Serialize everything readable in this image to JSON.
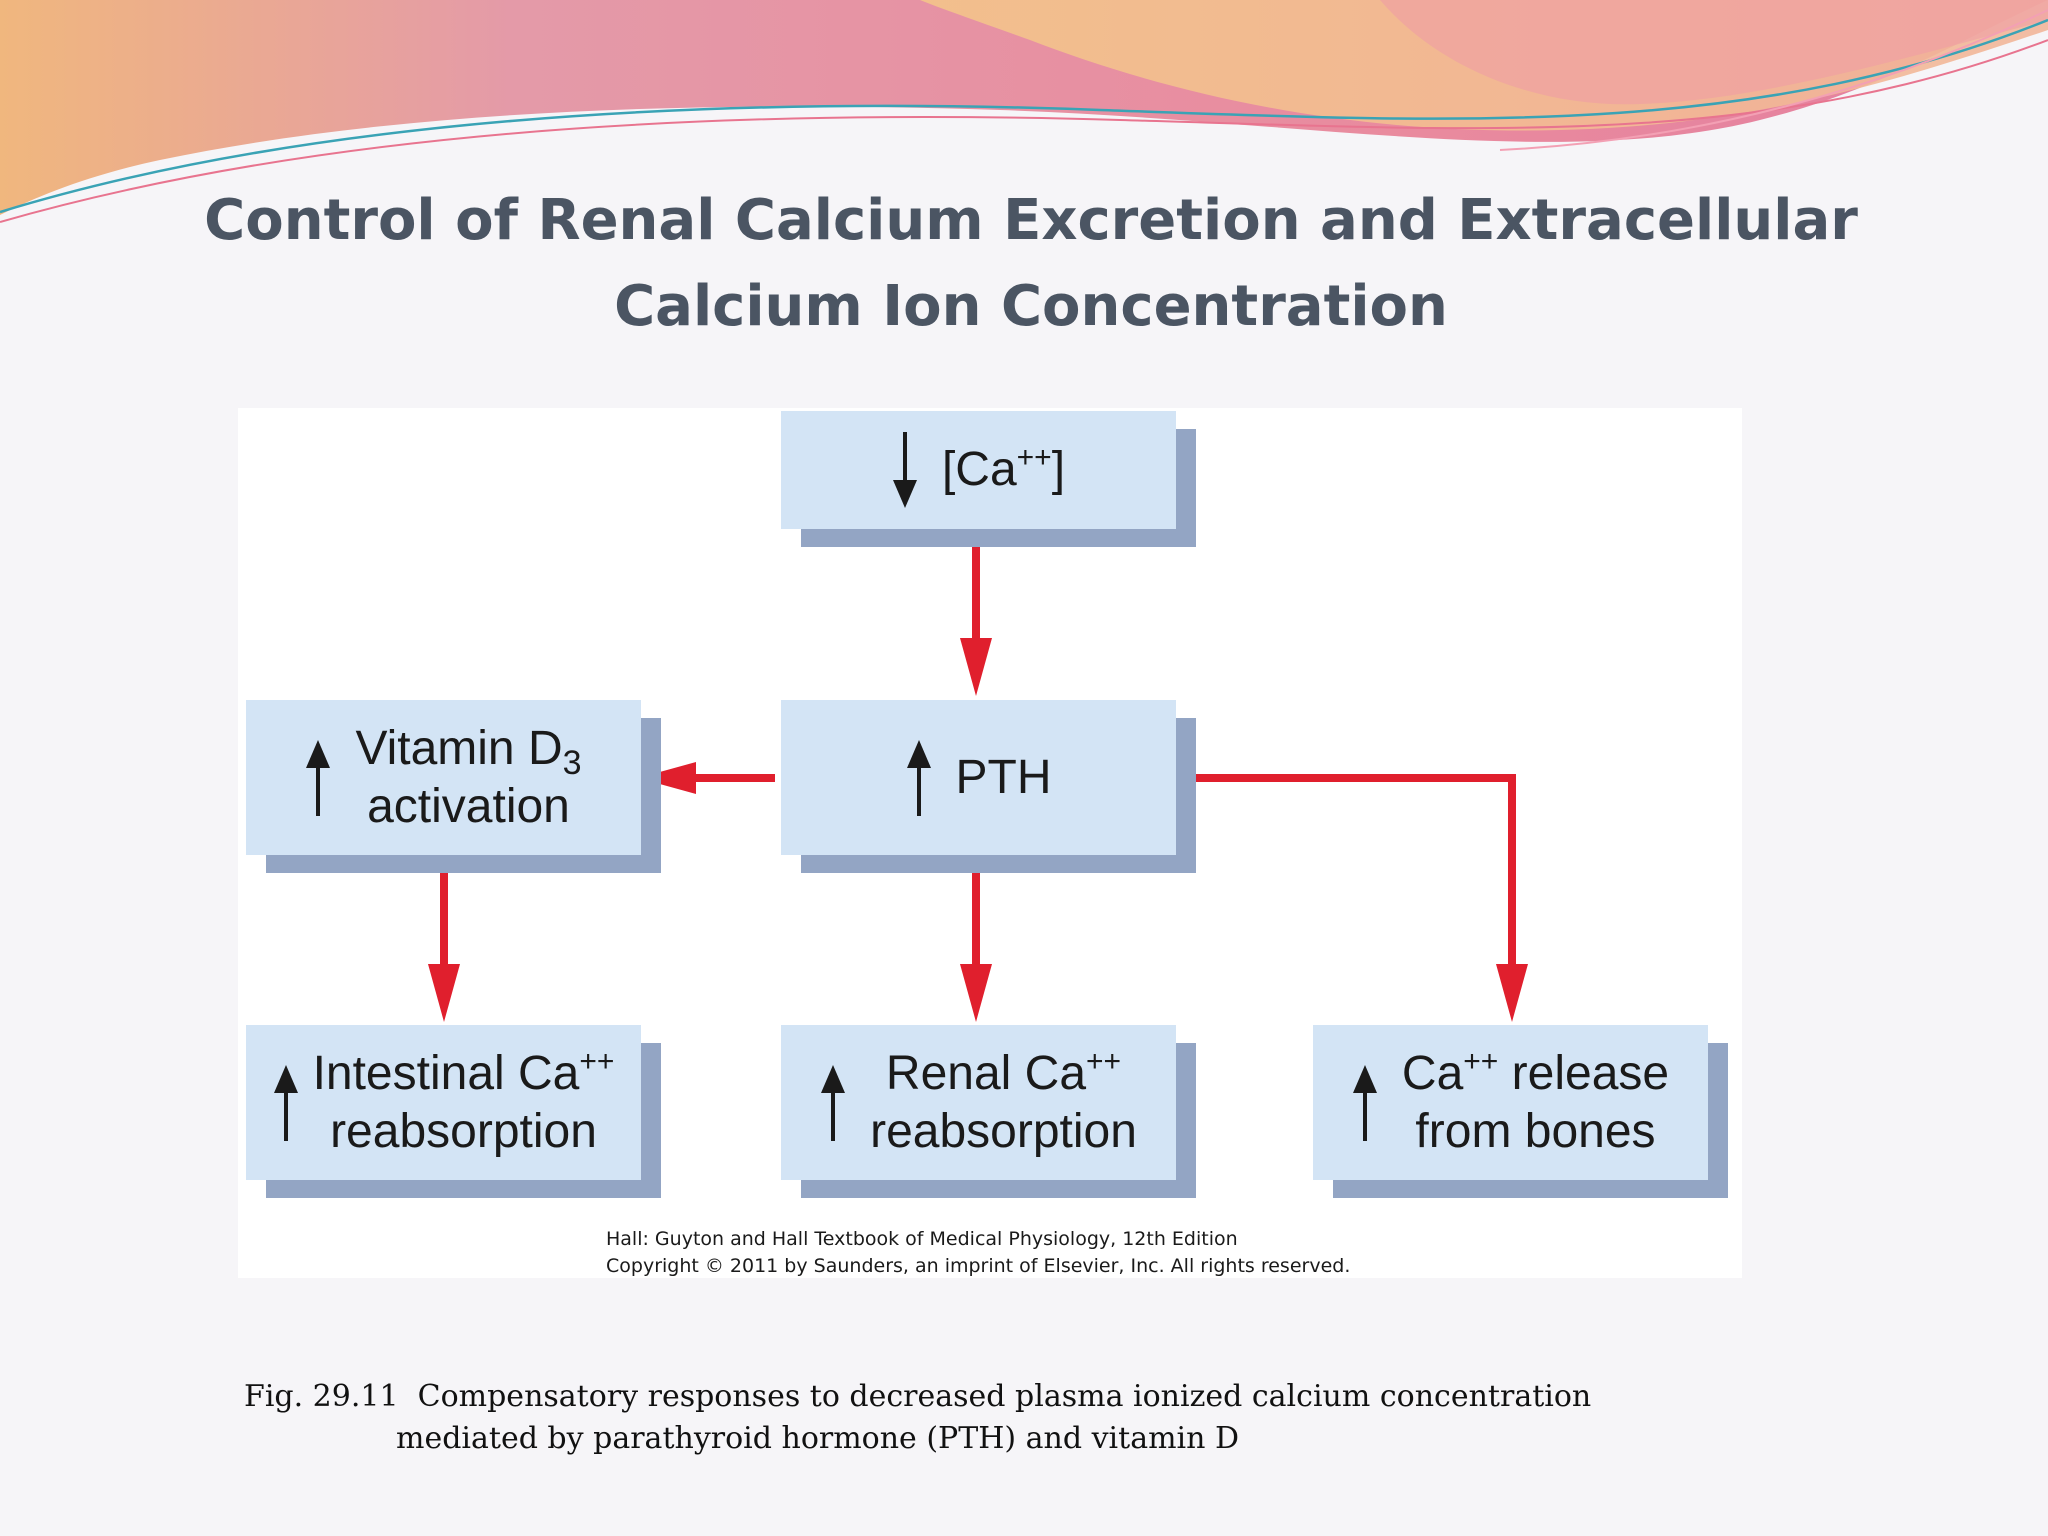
{
  "slide": {
    "title": "Control of Renal Calcium Excretion and Extracellular Calcium Ion Concentration"
  },
  "diagram": {
    "nodes": {
      "ca": {
        "direction": "down",
        "prefix": "[Ca",
        "sup": "++",
        "suffix": "]"
      },
      "pth": {
        "direction": "up",
        "text": "PTH"
      },
      "vitamin_d3": {
        "direction": "up",
        "line1": "Vitamin D",
        "sub": "3",
        "line2": "activation"
      },
      "intestinal": {
        "direction": "up",
        "line1": "Intestinal Ca",
        "sup": "++",
        "line2": "reabsorption"
      },
      "renal": {
        "direction": "up",
        "line1": "Renal Ca",
        "sup": "++",
        "line2": "reabsorption"
      },
      "bone": {
        "direction": "up",
        "line1_prefix": "Ca",
        "sup": "++",
        "line1_suffix": " release",
        "line2": "from bones"
      }
    },
    "edges": [
      {
        "from": "ca",
        "to": "pth"
      },
      {
        "from": "pth",
        "to": "vitamin_d3"
      },
      {
        "from": "pth",
        "to": "renal"
      },
      {
        "from": "pth",
        "to": "bone"
      },
      {
        "from": "vitamin_d3",
        "to": "intestinal"
      }
    ],
    "colors": {
      "box_fill": "#d3e4f5",
      "box_shadow": "#93a5c4",
      "arrow": "#e01f2d"
    },
    "credit": {
      "line1": "Hall: Guyton and Hall Textbook of Medical Physiology, 12th Edition",
      "line2": "Copyright © 2011 by Saunders, an imprint of Elsevier, Inc. All rights reserved."
    }
  },
  "caption": {
    "line1": "Fig. 29.11  Compensatory responses to decreased plasma ionized calcium concentration",
    "line2": "mediated by parathyroid hormone (PTH) and vitamin D"
  }
}
